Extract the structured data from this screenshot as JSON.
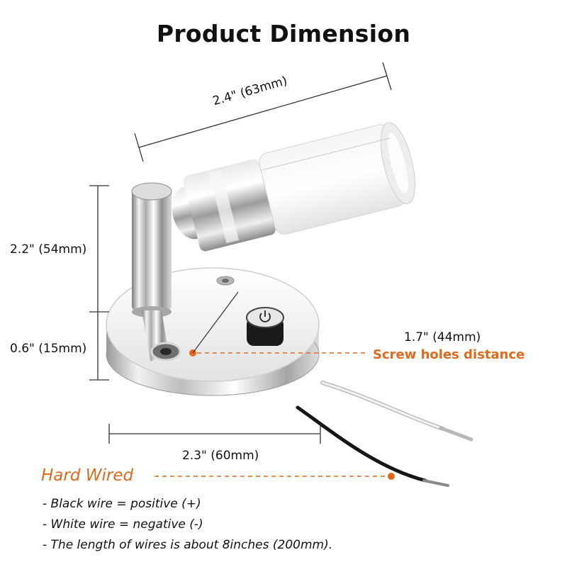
{
  "title": "Product Dimension",
  "dimensions": {
    "length": "2.4\" (63mm)",
    "arm_height": "2.2\" (54mm)",
    "base_height": "0.6\" (15mm)",
    "base_diameter": "2.3\" (60mm)",
    "screw_distance": "1.7\" (44mm)"
  },
  "screw_label": "Screw holes distance",
  "hard_wired": {
    "label": "Hard Wired",
    "notes": [
      "- Black wire = positive (+)",
      "- White wire = negative (-)",
      "- The length of wires is about 8inches (200mm)."
    ]
  },
  "colors": {
    "accent": "#e06a1c",
    "text": "#111111",
    "chrome": "#c8c8c8"
  }
}
